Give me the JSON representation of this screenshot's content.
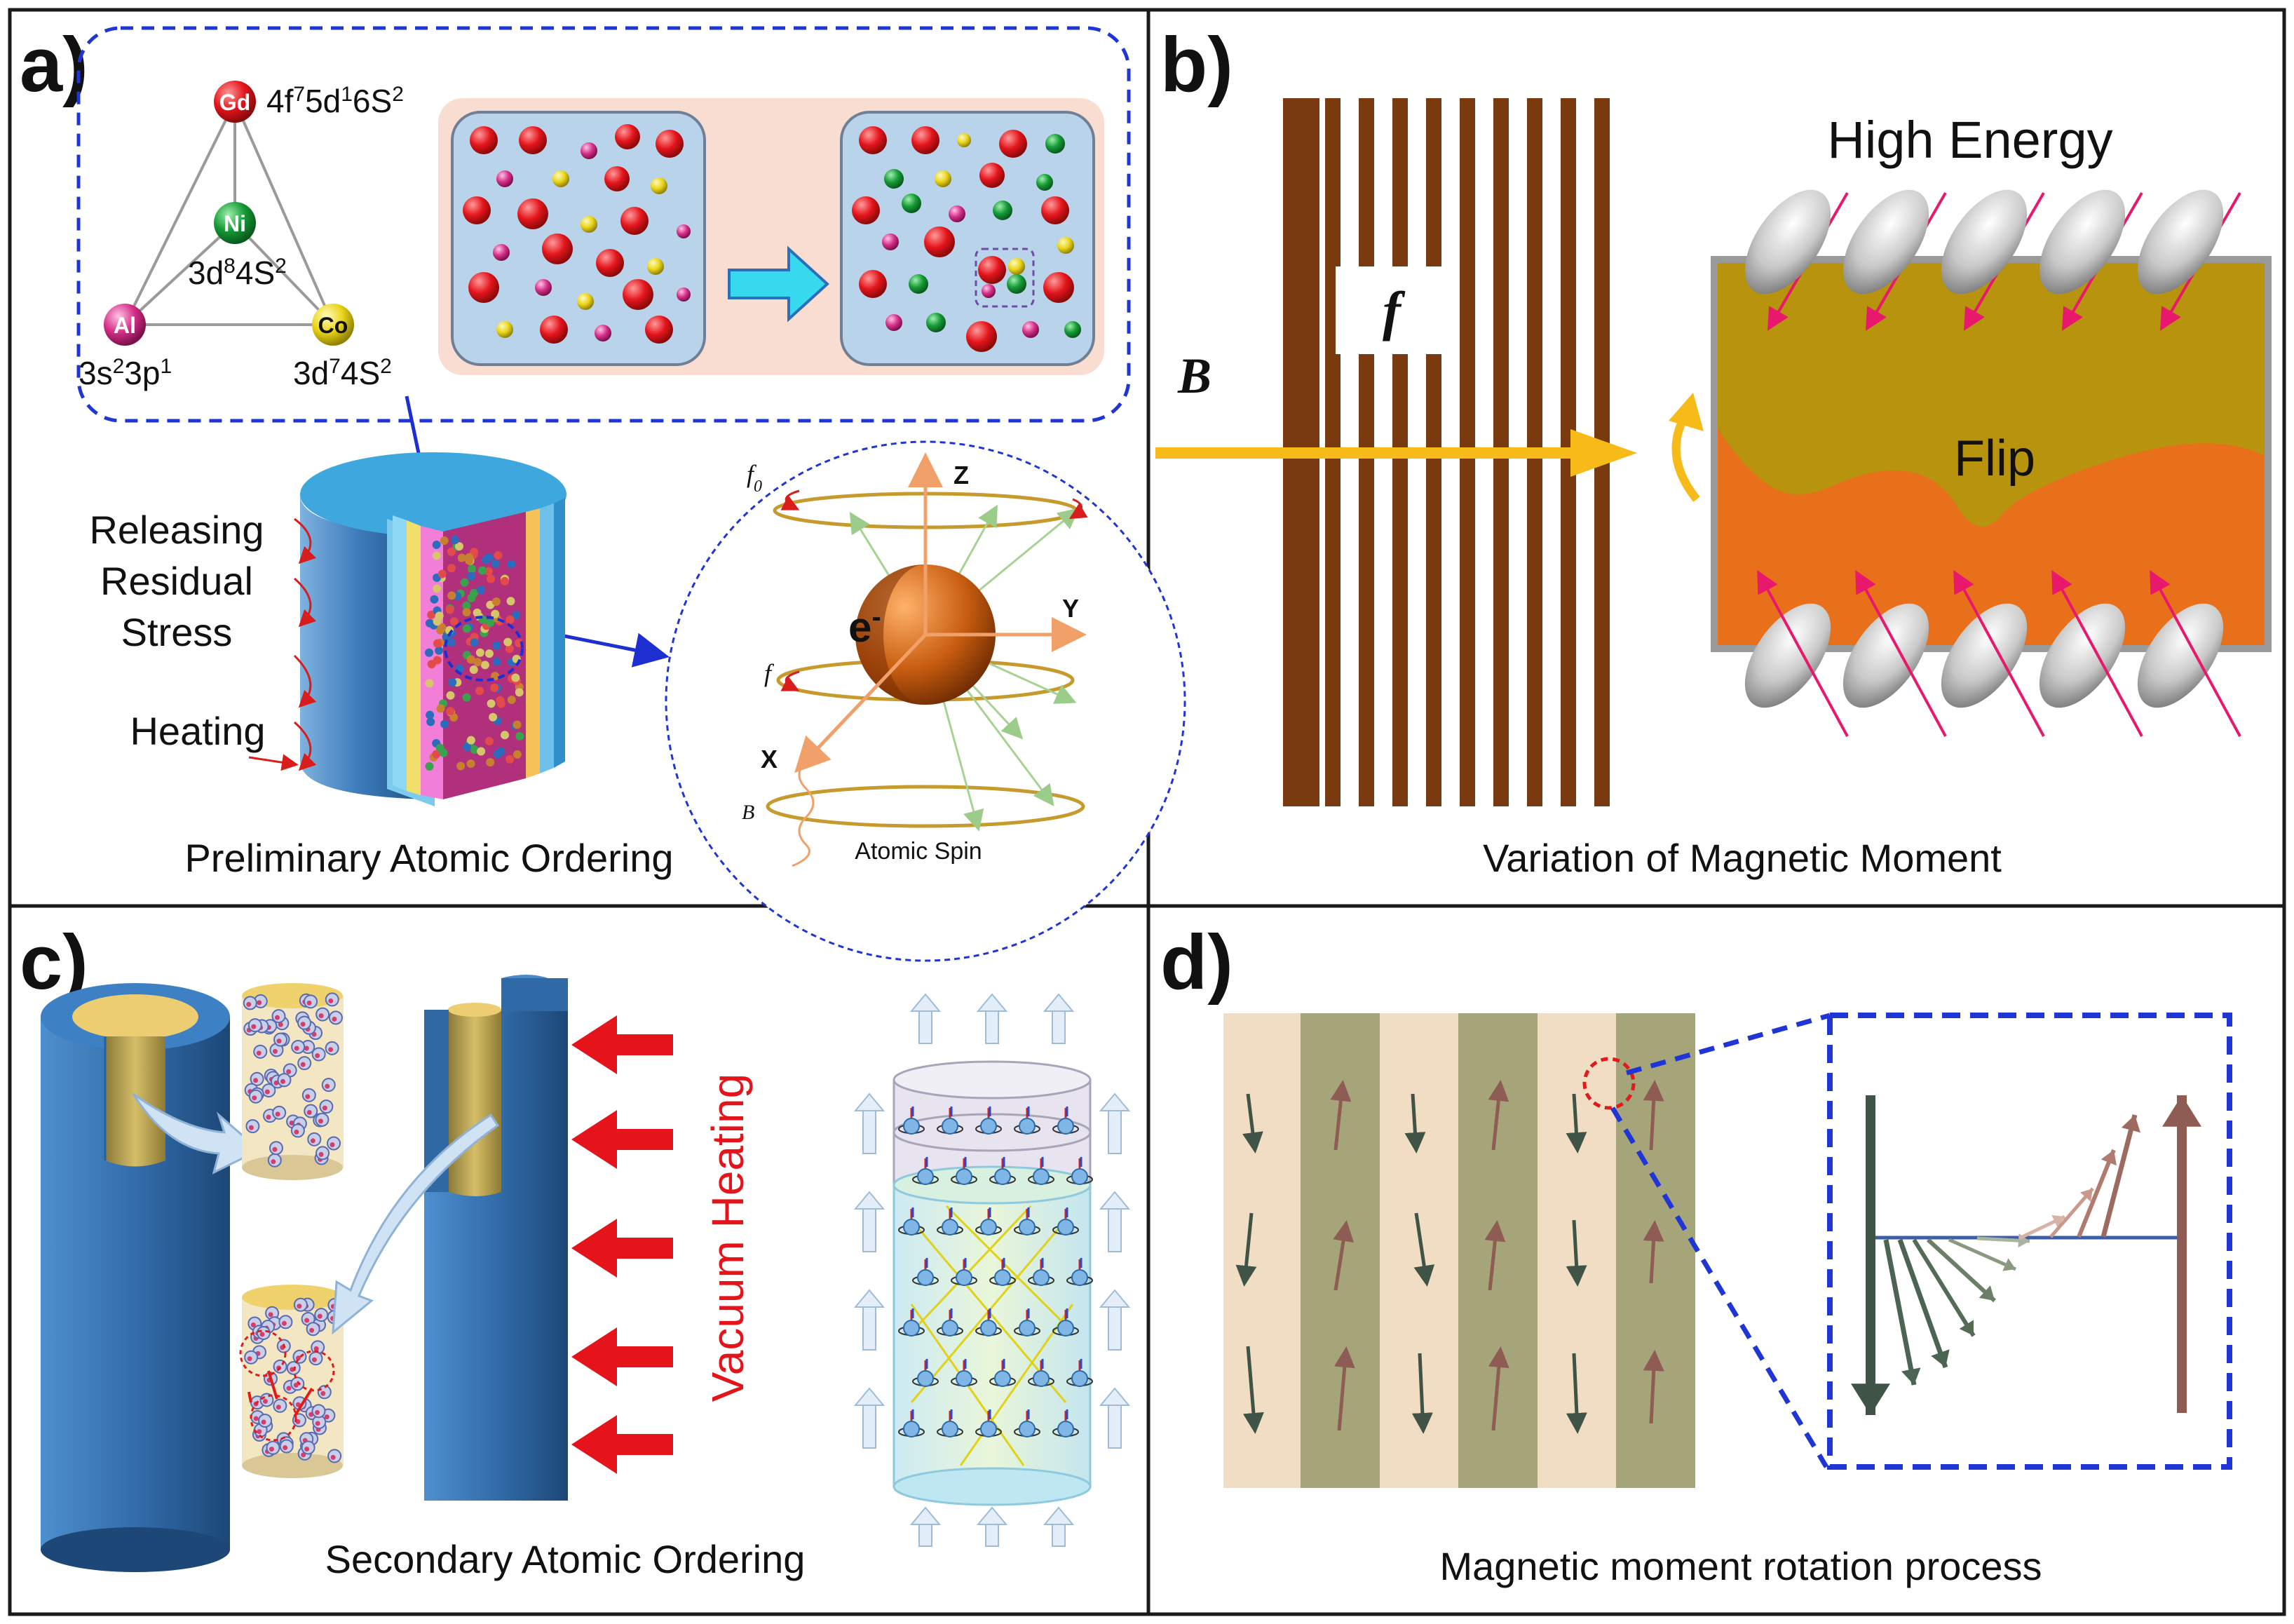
{
  "panels": {
    "a": {
      "label": "a)",
      "caption": "Preliminary Atomic Ordering",
      "elements": [
        {
          "symbol": "Gd",
          "config_base": "4f",
          "sup1": "7",
          "mid1": "5d",
          "sup2": "1",
          "mid2": "6S",
          "sup3": "2",
          "color": "#e0202a"
        },
        {
          "symbol": "Ni",
          "config_base": "3d",
          "sup1": "8",
          "mid1": "4S",
          "sup2": "2",
          "color": "#1d9a3c"
        },
        {
          "symbol": "Al",
          "config_base": "3s",
          "sup1": "2",
          "mid1": "3p",
          "sup2": "1",
          "color": "#c41d6a"
        },
        {
          "symbol": "Co",
          "config_base": "3d",
          "sup1": "7",
          "mid1": "4S",
          "sup2": "2",
          "color": "#e8d51a"
        }
      ],
      "process_labels": {
        "releasing_1": "Releasing",
        "releasing_2": "Residual",
        "releasing_3": "Stress",
        "heating": "Heating"
      },
      "spin": {
        "electron": "e",
        "electron_sup": "-",
        "axis_z": "Z",
        "axis_y": "Y",
        "axis_x": "X",
        "f0": "f",
        "f0_sub": "0",
        "f": "f",
        "B": "B",
        "caption": "Atomic Spin"
      }
    },
    "b": {
      "label": "b)",
      "caption": "Variation of Magnetic Moment",
      "field_label": "B",
      "freq_label": "f",
      "top_label": "High Energy",
      "flip_label": "Flip"
    },
    "c": {
      "label": "c)",
      "caption": "Secondary Atomic Ordering",
      "heating_label": "Vacuum Heating"
    },
    "d": {
      "label": "d)",
      "caption": "Magnetic moment rotation process"
    }
  },
  "colors": {
    "border": "#1a1a1a",
    "dashed_blue": "#1f35d6",
    "panel_blue": "#b9d3ea",
    "wire_brown": "#7a3a10",
    "arrow_yellow": "#f6bb18",
    "olive_band": "#b8930e",
    "orange_band": "#e9701b",
    "pink_arrow": "#e8186c",
    "cylinder_blue": "#3b7ab9",
    "gold_core": "#e9c86a",
    "red_arrow": "#e5141a",
    "stripe_light": "#f1dcc4",
    "stripe_dark": "#a6a57a",
    "arrow_dark": "#3f5446",
    "arrow_brown": "#8e5c52"
  }
}
